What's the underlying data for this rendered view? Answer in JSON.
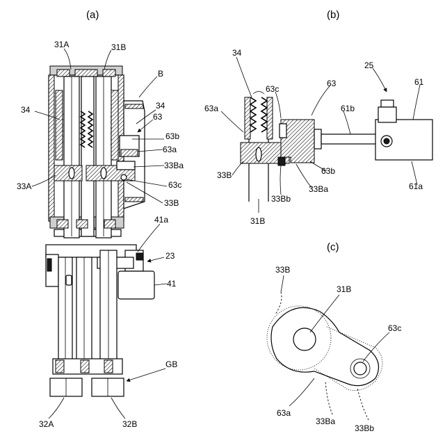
{
  "panels": {
    "a": "(a)",
    "b": "(b)",
    "c": "(c)"
  },
  "panel_a": {
    "labels": {
      "l31A": "31A",
      "l31B": "31B",
      "lB": "B",
      "l34_left": "34",
      "l34_right": "34",
      "l63": "63",
      "l63b": "63b",
      "l63a": "63a",
      "l33Ba": "33Ba",
      "l63c": "63c",
      "l33A": "33A",
      "l33B": "33B",
      "l41a": "41a",
      "l23": "23",
      "l41": "41",
      "lGB": "GB",
      "l32A": "32A",
      "l32B": "32B"
    }
  },
  "panel_b": {
    "labels": {
      "l34": "34",
      "l25": "25",
      "l63c": "63c",
      "l63": "63",
      "l61": "61",
      "l63a": "63a",
      "l61b": "61b",
      "l33B": "33B",
      "l63b": "63b",
      "l33Bb": "33Bb",
      "l33Ba": "33Ba",
      "l31B": "31B",
      "l61a": "61a"
    }
  },
  "panel_c": {
    "labels": {
      "l33B": "33B",
      "l31B": "31B",
      "l63c": "63c",
      "l63a": "63a",
      "l33Ba": "33Ba",
      "l33Bb": "33Bb"
    }
  }
}
